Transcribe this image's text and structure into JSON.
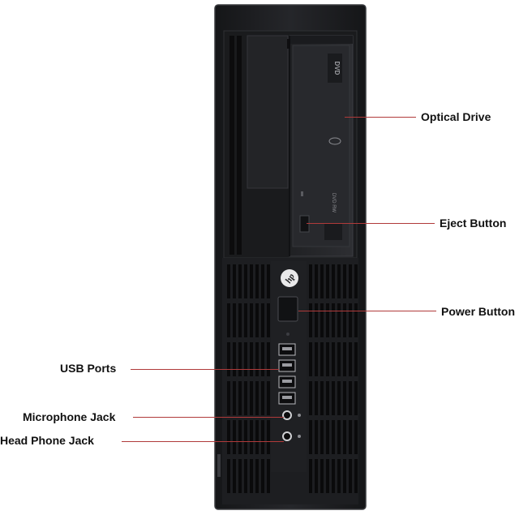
{
  "callouts": {
    "optical_drive": "Optical Drive",
    "eject_button": "Eject Button",
    "power_button": "Power Button",
    "usb_ports": "USB Ports",
    "microphone_jack": "Microphone Jack",
    "headphone_jack": "Head Phone Jack"
  },
  "device": {
    "brand_logo_text": "hp",
    "drive_logo_text": "DVD",
    "drive_small_text": "DVD RW",
    "body_color": "#1b1c1e",
    "bay_color": "#26272a",
    "vent_color": "#0a0a0b",
    "callout_line_color": "#b03a3a"
  }
}
